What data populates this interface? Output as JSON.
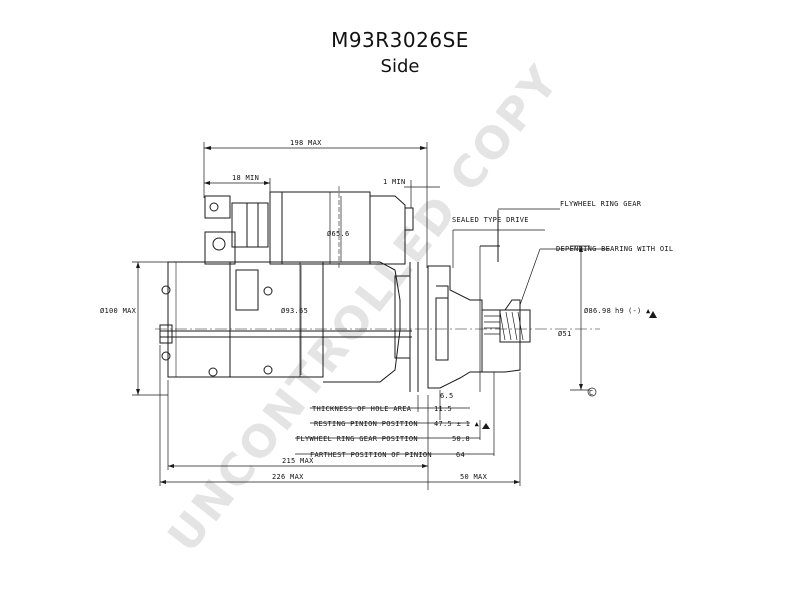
{
  "title": "M93R3026SE",
  "subtitle": "Side",
  "watermark": "UNCONTROLLED COPY",
  "labels": {
    "overall_max": "198 MAX",
    "min_18": "18 MIN",
    "min_1": "1 MIN",
    "dia_65": "Ø65.6",
    "dia_100": "Ø100 MAX",
    "dia_93": "Ø93.65",
    "flywheel_gear": "FLYWHEEL RING GEAR",
    "sealed_drive": "SEALED TYPE DRIVE",
    "bearing": "DEPENDING BEARING WITH OIL",
    "dia_86": "Ø86.98",
    "h9": "h9",
    "tol": "(-) ▲",
    "dia_51": "Ø51",
    "thickness": "THICKNESS OF HOLE AREA",
    "resting": "RESTING PINION POSITION",
    "flywheel_pos": "FLYWHEEL RING GEAR POSITION",
    "farthest": "FARTHEST POSITION OF PINION",
    "v65": "6.5",
    "v115": "11.5",
    "v475": "47.5 ± 1 ▲",
    "v508": "50.8",
    "v64": "64",
    "max215": "215 MAX",
    "max226": "226 MAX",
    "max50": "50 MAX",
    "c_mark": "C"
  }
}
